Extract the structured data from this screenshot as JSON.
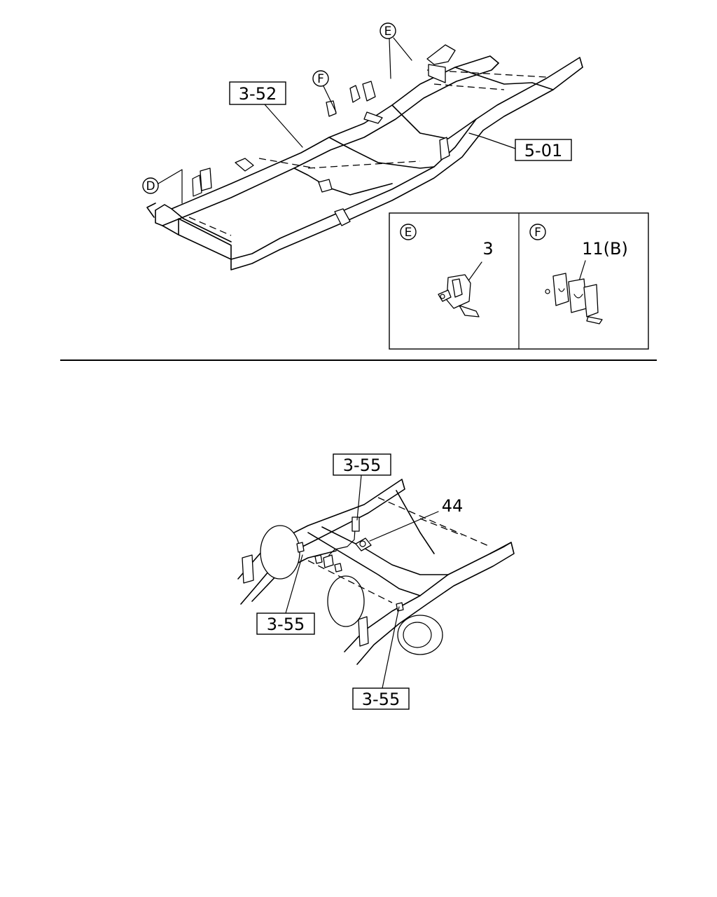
{
  "callouts": {
    "ref_3_52": "3-52",
    "ref_5_01": "5-01",
    "detail_d": "D",
    "detail_e": "E",
    "detail_f": "F",
    "ref_3_55_top": "3-55",
    "ref_3_55_left": "3-55",
    "ref_3_55_bottom": "3-55",
    "part_44": "44"
  },
  "inset_e": {
    "letter": "E",
    "part_number": "3"
  },
  "inset_f": {
    "letter": "F",
    "part_number": "11(B)"
  }
}
